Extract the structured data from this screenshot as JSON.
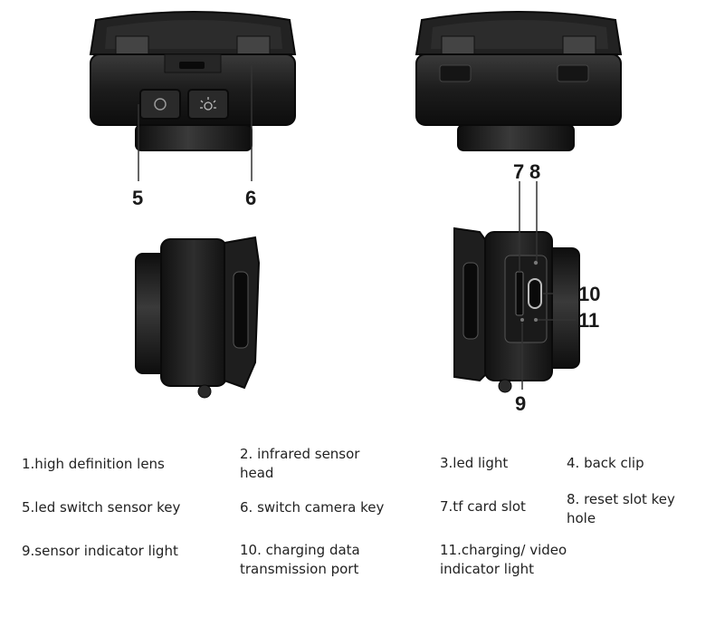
{
  "callouts": {
    "n5": "5",
    "n6": "6",
    "n7": "7",
    "n8": "8",
    "n9": "9",
    "n10": "10",
    "n11": "11"
  },
  "legend": {
    "l1": "1.high definition lens",
    "l2": "2. infrared sensor head",
    "l3": "3.led light",
    "l4": "4. back clip",
    "l5": "5.led switch sensor key",
    "l6": "6. switch camera key",
    "l7": "7.tf card slot",
    "l8": "8. reset slot key hole",
    "l9": "9.sensor indicator light",
    "l10": "10. charging data transmission port",
    "l11": "11.charging/ video indicator light"
  }
}
